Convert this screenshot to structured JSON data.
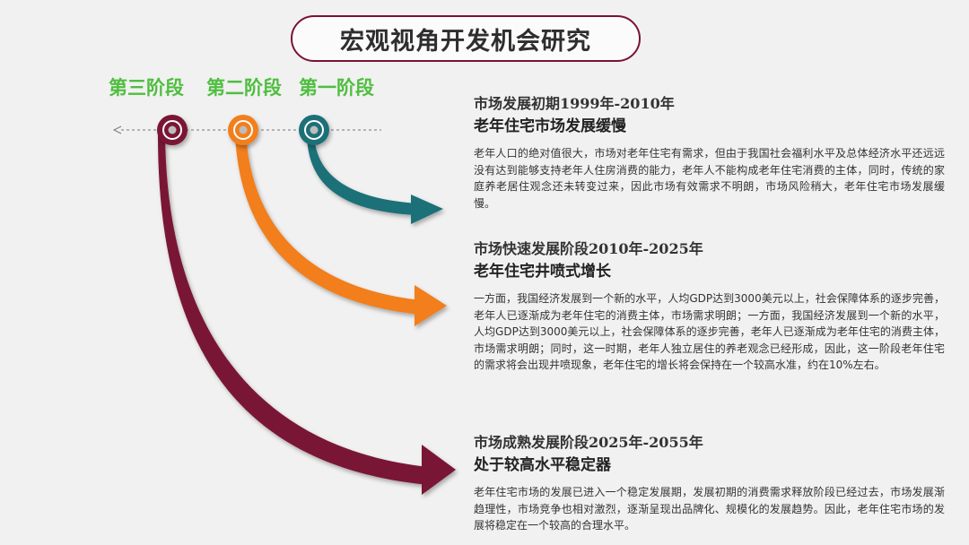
{
  "page": {
    "title": "宏观视角开发机会研究",
    "accent_color": "#7a1235"
  },
  "stages": [
    {
      "label": "第三阶段",
      "color": "#7a1235"
    },
    {
      "label": "第二阶段",
      "color": "#f27e1a"
    },
    {
      "label": "第一阶段",
      "color": "#1e6f78"
    }
  ],
  "sections": [
    {
      "heading": "市场发展初期1999年-2010年",
      "subheading": "老年住宅市场发展缓慢",
      "body": "老年人口的绝对值很大，市场对老年住宅有需求，但由于我国社会福利水平及总体经济水平还远远没有达到能够支持老年人住房消费的能力，老年人不能构成老年住宅消费的主体，同时，传统的家庭养老居住观念还未转变过来，因此市场有效需求不明朗，市场风险稍大，老年住宅市场发展缓慢。"
    },
    {
      "heading": "市场快速发展阶段2010年-2025年",
      "subheading": "老年住宅井喷式增长",
      "body": "一方面，我国经济发展到一个新的水平，人均GDP达到3000美元以上，社会保障体系的逐步完善，老年人已逐渐成为老年住宅的消费主体，市场需求明朗；一方面，我国经济发展到一个新的水平，人均GDP达到3000美元以上，社会保障体系的逐步完善，老年人已逐渐成为老年住宅的消费主体，市场需求明朗；同时，这一时期，老年人独立居住的养老观念已经形成，因此，这一阶段老年住宅的需求将会出现井喷现象，老年住宅的增长将会保持在一个较高水准，约在10%左右。"
    },
    {
      "heading": "市场成熟发展阶段2025年-2055年",
      "subheading": "处于较高水平稳定器",
      "body": "老年住宅市场的发展已进入一个稳定发展期，发展初期的消费需求释放阶段已经过去，市场发展渐趋理性，市场竞争也相对激烈，逐渐呈现出品牌化、规模化的发展趋势。因此，老年住宅市场的发展将稳定在一个较高的合理水平。"
    }
  ]
}
